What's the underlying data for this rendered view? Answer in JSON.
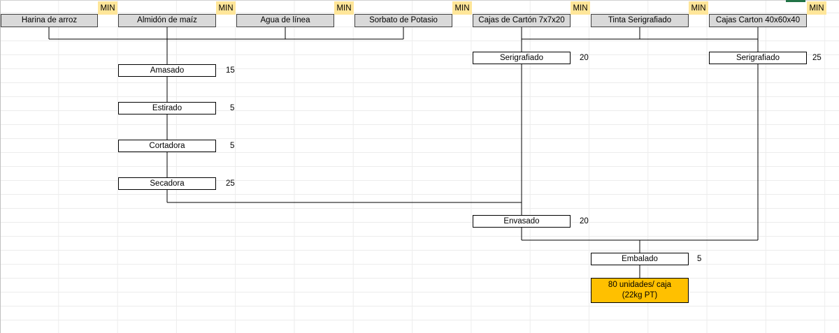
{
  "min_label": "MIN",
  "inputs": [
    {
      "id": "harina",
      "label": "Harina de arroz"
    },
    {
      "id": "almidon",
      "label": "Almidón de maíz"
    },
    {
      "id": "agua",
      "label": "Agua de línea"
    },
    {
      "id": "sorbato",
      "label": "Sorbato de Potasio"
    },
    {
      "id": "cajas7",
      "label": "Cajas de Cartón 7x7x20"
    },
    {
      "id": "tinta",
      "label": "Tinta Serigrafiado"
    },
    {
      "id": "cajas40",
      "label": "Cajas Carton 40x60x40"
    }
  ],
  "steps": [
    {
      "id": "amasado",
      "label": "Amasado",
      "time": "15"
    },
    {
      "id": "estirado",
      "label": "Estirado",
      "time": "5"
    },
    {
      "id": "cortadora",
      "label": "Cortadora",
      "time": "5"
    },
    {
      "id": "secadora",
      "label": "Secadora",
      "time": "25"
    },
    {
      "id": "serig1",
      "label": "Serigrafiado",
      "time": "20"
    },
    {
      "id": "serig2",
      "label": "Serigrafiado",
      "time": "25"
    },
    {
      "id": "envasado",
      "label": "Envasado",
      "time": "20"
    },
    {
      "id": "embalado",
      "label": "Embalado",
      "time": "5"
    }
  ],
  "final": {
    "line1": "80 unidades/ caja",
    "line2": "(22kg PT)"
  },
  "colors": {
    "input_fill": "#d9d9d9",
    "min_fill": "#ffe699",
    "final_fill": "#ffc000"
  }
}
